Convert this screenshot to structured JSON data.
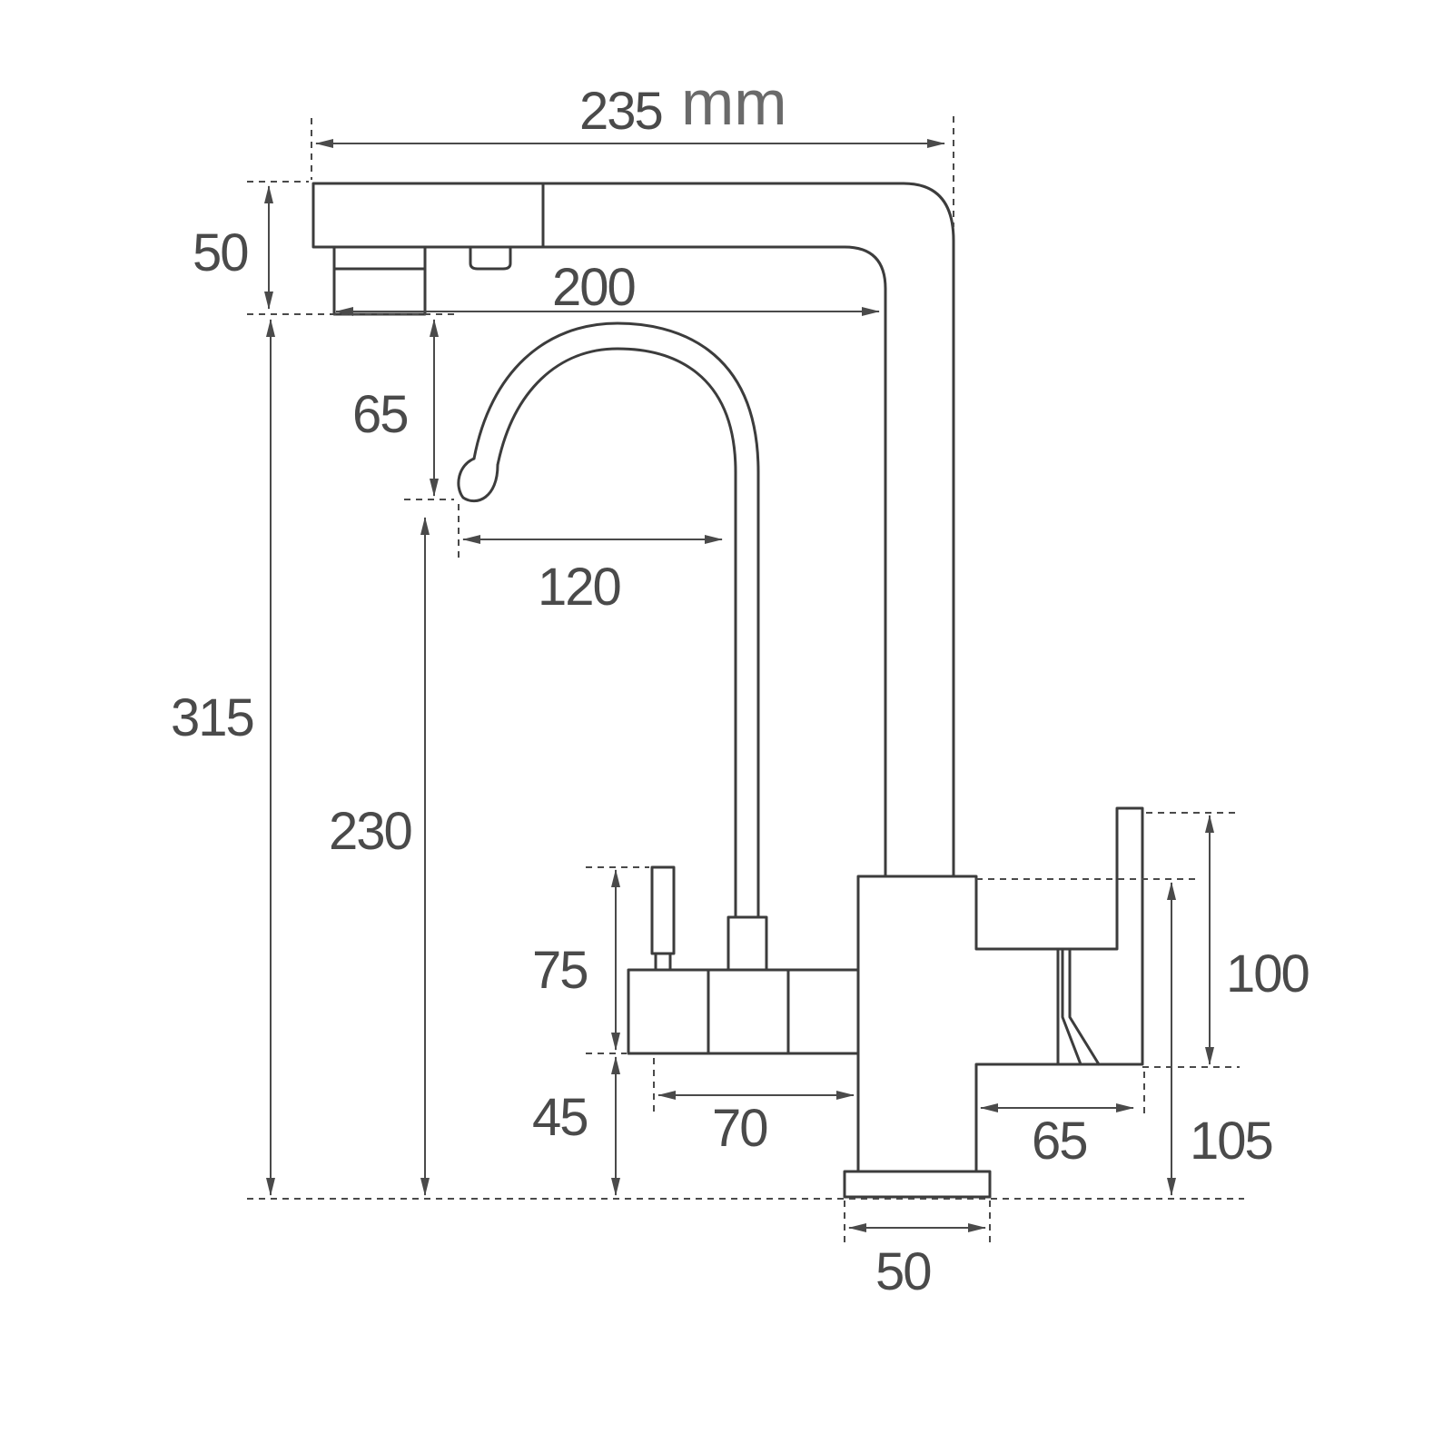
{
  "dimensions": {
    "overall_width": "235",
    "overall_width_unit": "mm",
    "spout_head_height": "50",
    "spout_reach": "200",
    "gooseneck_drop": "65",
    "gooseneck_reach": "120",
    "overall_height": "315",
    "gooseneck_outlet_height": "230",
    "left_lever_height": "75",
    "left_arm_height": "45",
    "left_arm_length": "70",
    "right_lever_height": "100",
    "right_arm_length": "65",
    "right_arm_height": "105",
    "base_width": "50"
  },
  "colors": {
    "line": "#3c3c3c",
    "text": "#4a4a4a",
    "background": "#ffffff"
  }
}
